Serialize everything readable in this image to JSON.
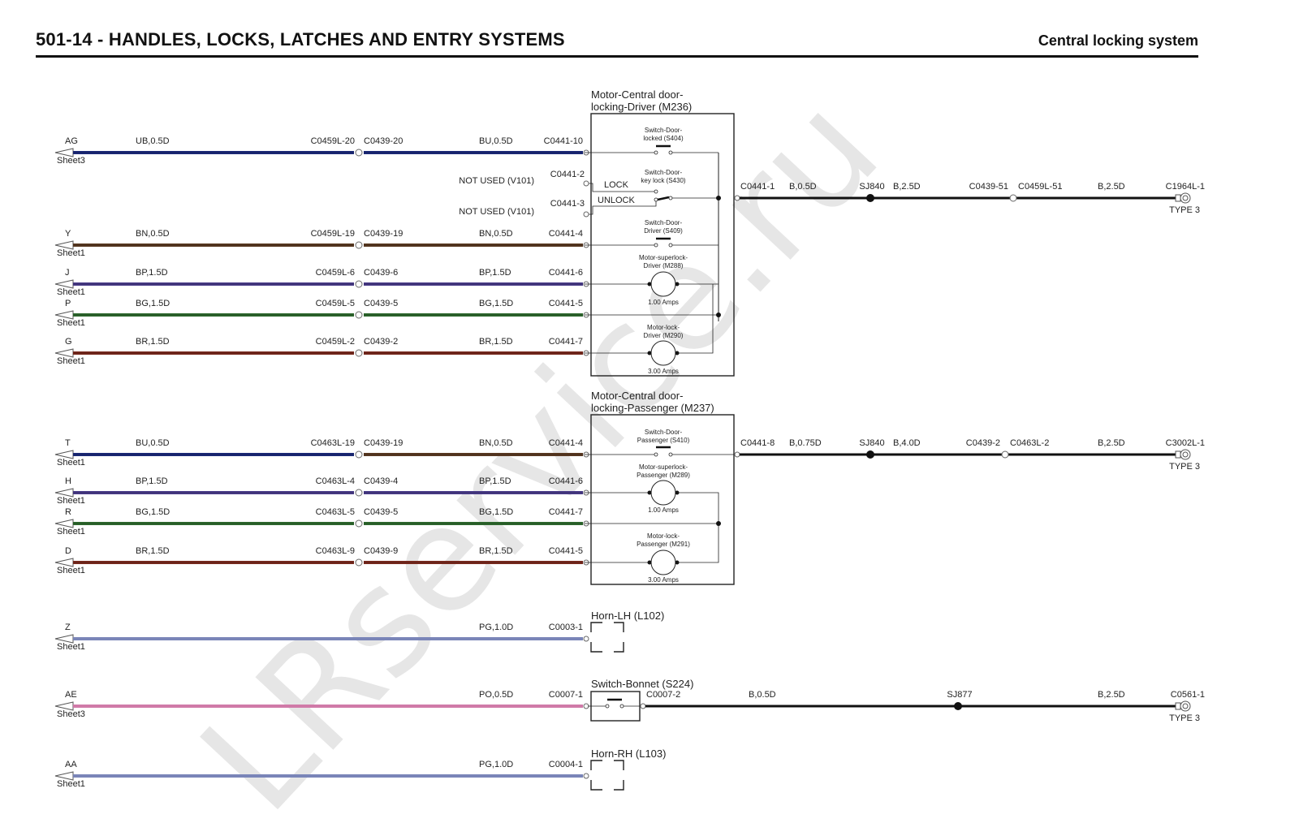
{
  "header": {
    "section_title": "501-14 - HANDLES, LOCKS, LATCHES AND ENTRY SYSTEMS",
    "page_title": "Central locking system"
  },
  "watermark": "LRservice.ru",
  "components": {
    "m236_title_1": "Motor-Central door-",
    "m236_title_2": "locking-Driver (M236)",
    "m237_title_1": "Motor-Central door-",
    "m237_title_2": "locking-Passenger (M237)",
    "s404_1": "Switch-Door-",
    "s404_2": "locked (S404)",
    "s430_1": "Switch-Door-",
    "s430_2": "key lock (S430)",
    "s409_1": "Switch-Door-",
    "s409_2": "Driver (S409)",
    "m288_1": "Motor-superlock-",
    "m288_2": "Driver (M288)",
    "m288_amps": "1.00 Amps",
    "m290_1": "Motor-lock-",
    "m290_2": "Driver (M290)",
    "m290_amps": "3.00 Amps",
    "s410_1": "Switch-Door-",
    "s410_2": "Passenger (S410)",
    "m289_1": "Motor-superlock-",
    "m289_2": "Passenger (M289)",
    "m289_amps": "1.00 Amps",
    "m291_1": "Motor-lock-",
    "m291_2": "Passenger (M291)",
    "m291_amps": "3.00 Amps",
    "lock_label": "LOCK",
    "unlock_label": "UNLOCK",
    "not_used_1": "NOT USED (V101)",
    "not_used_2": "NOT USED (V101)",
    "c0441_2": "C0441-2",
    "c0441_3": "C0441-3",
    "horn_lh": "Horn-LH (L102)",
    "horn_rh": "Horn-RH (L103)",
    "bonnet": "Switch-Bonnet (S224)"
  },
  "colors": {
    "UB": "#1c2a7a",
    "BN": "#5a3a22",
    "BP": "#4a3c8a",
    "BG": "#2f6a2f",
    "BR": "#7a2a1e",
    "PG": "#7a85b8",
    "PO": "#d07aa8",
    "B": "#111111"
  },
  "wires": [
    {
      "id": "AG",
      "sheet": "Sheet3",
      "w1": "UB,0.5D",
      "c1": "C0459L-20",
      "c2": "C0439-20",
      "w2": "BU,0.5D",
      "c3": "C0441-10",
      "col1": "UB",
      "col2": "UB"
    },
    {
      "id": "Y",
      "sheet": "Sheet1",
      "w1": "BN,0.5D",
      "c1": "C0459L-19",
      "c2": "C0439-19",
      "w2": "BN,0.5D",
      "c3": "C0441-4",
      "col1": "BN",
      "col2": "BN"
    },
    {
      "id": "J",
      "sheet": "Sheet1",
      "w1": "BP,1.5D",
      "c1": "C0459L-6",
      "c2": "C0439-6",
      "w2": "BP,1.5D",
      "c3": "C0441-6",
      "col1": "BP",
      "col2": "BP"
    },
    {
      "id": "P",
      "sheet": "Sheet1",
      "w1": "BG,1.5D",
      "c1": "C0459L-5",
      "c2": "C0439-5",
      "w2": "BG,1.5D",
      "c3": "C0441-5",
      "col1": "BG",
      "col2": "BG"
    },
    {
      "id": "G",
      "sheet": "Sheet1",
      "w1": "BR,1.5D",
      "c1": "C0459L-2",
      "c2": "C0439-2",
      "w2": "BR,1.5D",
      "c3": "C0441-7",
      "col1": "BR",
      "col2": "BR"
    },
    {
      "id": "T",
      "sheet": "Sheet1",
      "w1": "BU,0.5D",
      "c1": "C0463L-19",
      "c2": "C0439-19",
      "w2": "BN,0.5D",
      "c3": "C0441-4",
      "col1": "UB",
      "col2": "BN"
    },
    {
      "id": "H",
      "sheet": "Sheet1",
      "w1": "BP,1.5D",
      "c1": "C0463L-4",
      "c2": "C0439-4",
      "w2": "BP,1.5D",
      "c3": "C0441-6",
      "col1": "BP",
      "col2": "BP"
    },
    {
      "id": "R",
      "sheet": "Sheet1",
      "w1": "BG,1.5D",
      "c1": "C0463L-5",
      "c2": "C0439-5",
      "w2": "BG,1.5D",
      "c3": "C0441-7",
      "col1": "BG",
      "col2": "BG"
    },
    {
      "id": "D",
      "sheet": "Sheet1",
      "w1": "BR,1.5D",
      "c1": "C0463L-9",
      "c2": "C0439-9",
      "w2": "BR,1.5D",
      "c3": "C0441-5",
      "col1": "BR",
      "col2": "BR"
    },
    {
      "id": "Z",
      "sheet": "Sheet1",
      "w2": "PG,1.0D",
      "c3": "C0003-1",
      "col2": "PG"
    },
    {
      "id": "AE",
      "sheet": "Sheet3",
      "w2": "PO,0.5D",
      "c3": "C0007-1",
      "col2": "PO"
    },
    {
      "id": "AA",
      "sheet": "Sheet1",
      "w2": "PG,1.0D",
      "c3": "C0004-1",
      "col2": "PG"
    }
  ],
  "ground_runs": [
    {
      "c1": "C0441-1",
      "w1": "B,0.5D",
      "sj": "SJ840",
      "w2": "B,2.5D",
      "c2": "C0439-51",
      "c3": "C0459L-51",
      "w3": "B,2.5D",
      "end": "C1964L-1",
      "type": "TYPE 3"
    },
    {
      "c1": "C0441-8",
      "w1": "B,0.75D",
      "sj": "SJ840",
      "w2": "B,4.0D",
      "c2": "C0439-2",
      "c3": "C0463L-2",
      "w3": "B,2.5D",
      "end": "C3002L-1",
      "type": "TYPE 3"
    },
    {
      "c1": "C0007-2",
      "w1": "B,0.5D",
      "sj": "SJ877",
      "w3": "B,2.5D",
      "end": "C0561-1",
      "type": "TYPE 3"
    }
  ]
}
